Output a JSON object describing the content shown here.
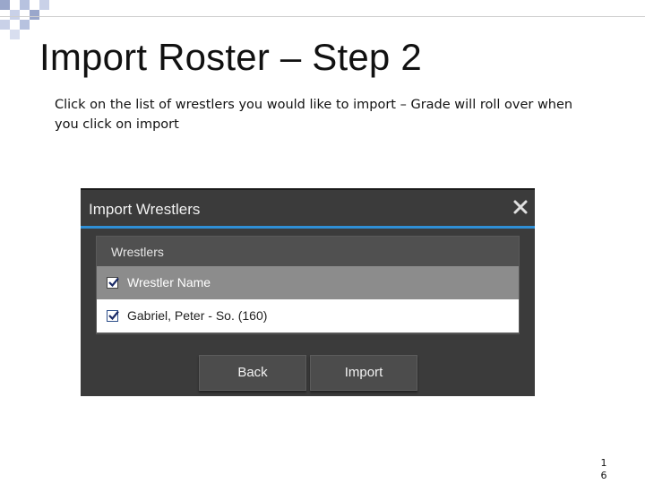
{
  "slide": {
    "title": "Import Roster – Step 2",
    "instruction": "Click on the list of wrestlers you would like to import – Grade will roll over when you click on import",
    "page_number": "16"
  },
  "dialog": {
    "title": "Import Wrestlers",
    "close_icon": "close-icon",
    "list_header": "Wrestlers",
    "rows": [
      {
        "label": "Wrestler Name",
        "checked": true
      },
      {
        "label": "Gabriel, Peter - So. (160)",
        "checked": true
      }
    ],
    "buttons": {
      "back": "Back",
      "import": "Import"
    }
  },
  "colors": {
    "dialog_bg": "#3b3b3b",
    "accent": "#2f8fd6",
    "header_row": "#8c8c8c",
    "corner_squares": "#b7c2df"
  }
}
